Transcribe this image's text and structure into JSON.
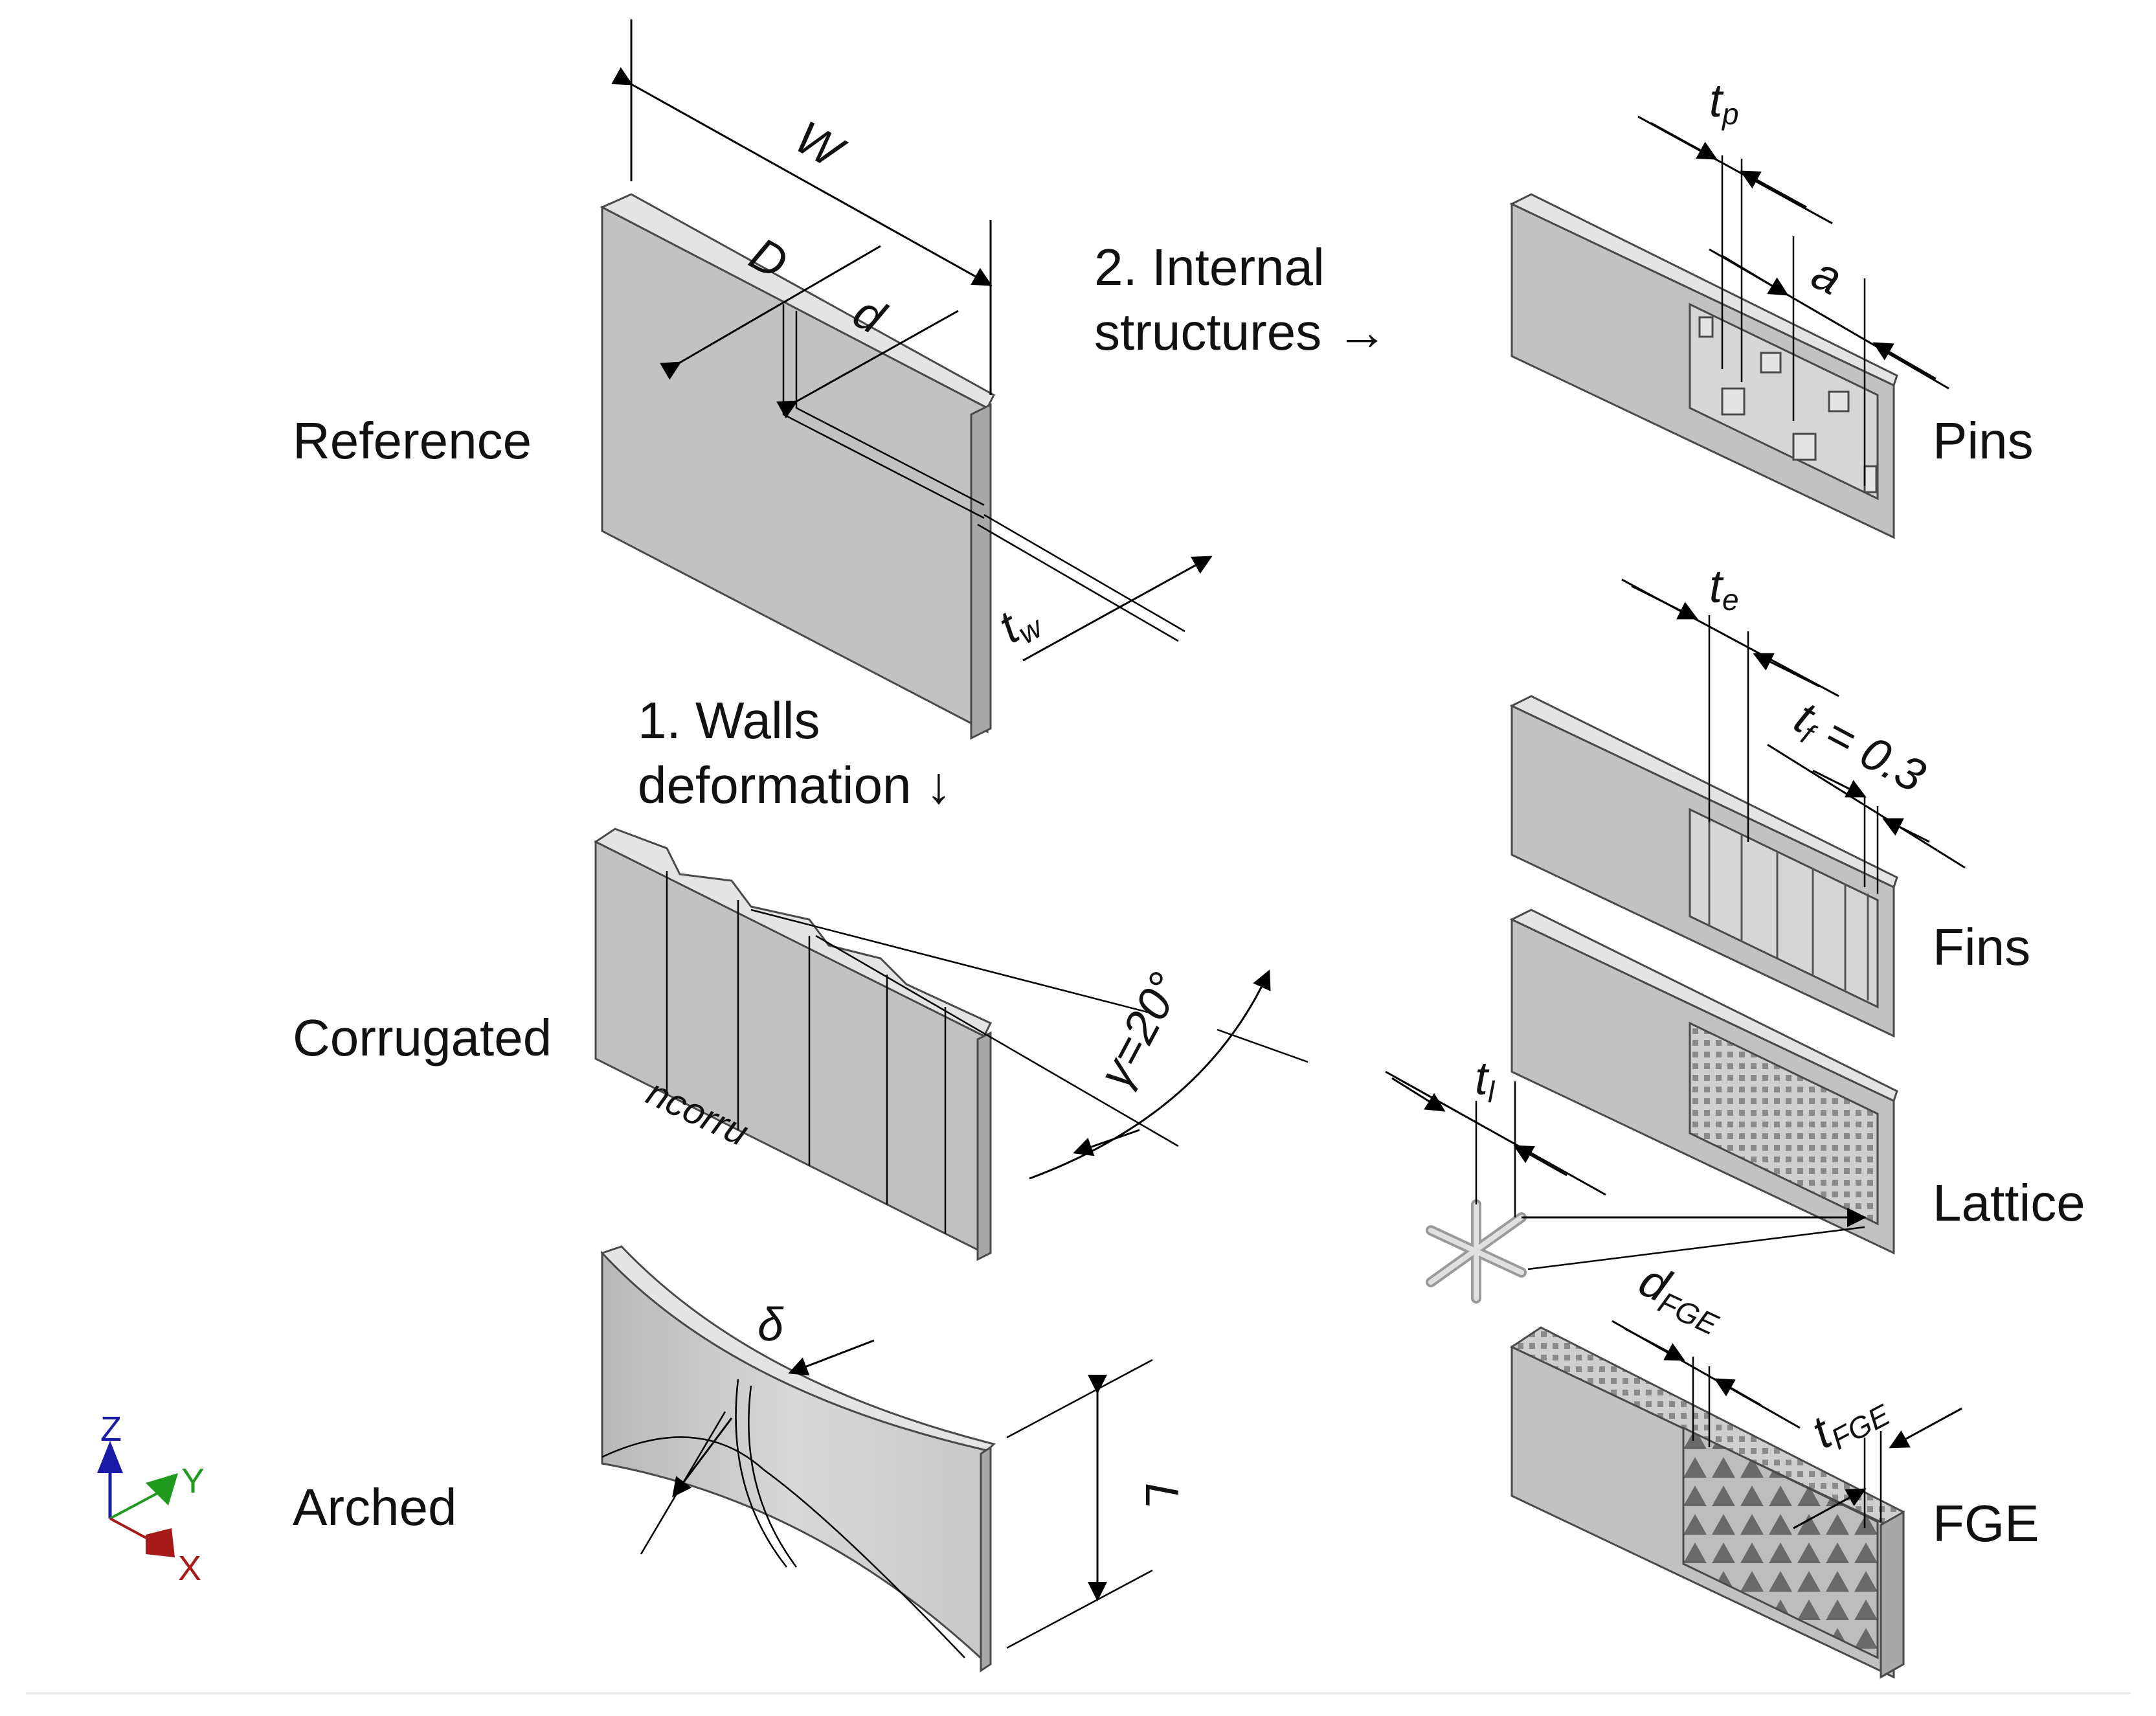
{
  "labels": {
    "reference": "Reference",
    "corrugated": "Corrugated",
    "arched": "Arched",
    "pins": "Pins",
    "fins": "Fins",
    "lattice": "Lattice",
    "fge": "FGE",
    "walls_line1": "1. Walls",
    "walls_line2": "deformation ↓",
    "internal_line1": "2. Internal",
    "internal_line2": "structures →"
  },
  "dimensions": {
    "W": "W",
    "D": "D",
    "d": "d",
    "tw_main": "t",
    "tw_sub": "w",
    "tp_main": "t",
    "tp_sub": "p",
    "a": "a",
    "te_main": "t",
    "te_sub": "e",
    "tf_main": "t",
    "tf_sub": "f",
    "tf_value": " = 0.3",
    "tl_main": "t",
    "tl_sub": "l",
    "dFGE_main": "d",
    "dFGE_sub": "FGE",
    "tFGE_main": "t",
    "tFGE_sub": "FGE",
    "gamma": "γ=20°",
    "ncorru": "ncorru",
    "delta": "δ",
    "L": "L"
  },
  "axes": {
    "z": "Z",
    "y": "Y",
    "x": "X",
    "colors": {
      "z": "#1a1aa8",
      "y": "#1f9a1f",
      "x": "#a81a1a"
    }
  }
}
